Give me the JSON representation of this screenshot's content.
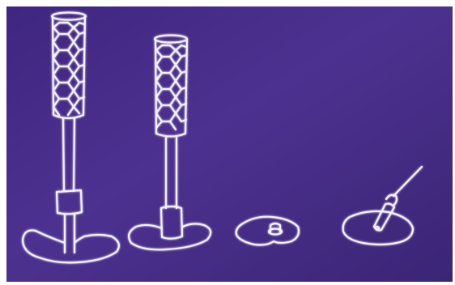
{
  "scene": {
    "description_visible_text": "",
    "colors": {
      "frame": "#ffffff",
      "background": "#4a2f8a",
      "background_edge": "#3a2472",
      "chalk": "#f4f0ff",
      "glow": "#b9a8ff"
    },
    "objects": [
      {
        "name": "tall-lamp",
        "parts": [
          "top-rim",
          "hexagon-mesh-chamber",
          "long-stem",
          "collar",
          "base-puddle"
        ]
      },
      {
        "name": "medium-lamp",
        "parts": [
          "top-rim",
          "hexagon-mesh-chamber",
          "stem",
          "collar",
          "base-puddle"
        ]
      },
      {
        "name": "small-puddle",
        "parts": [
          "puddle",
          "stub"
        ]
      },
      {
        "name": "puddle-with-wand",
        "parts": [
          "puddle",
          "angled-handle",
          "thin-rod"
        ]
      }
    ]
  }
}
